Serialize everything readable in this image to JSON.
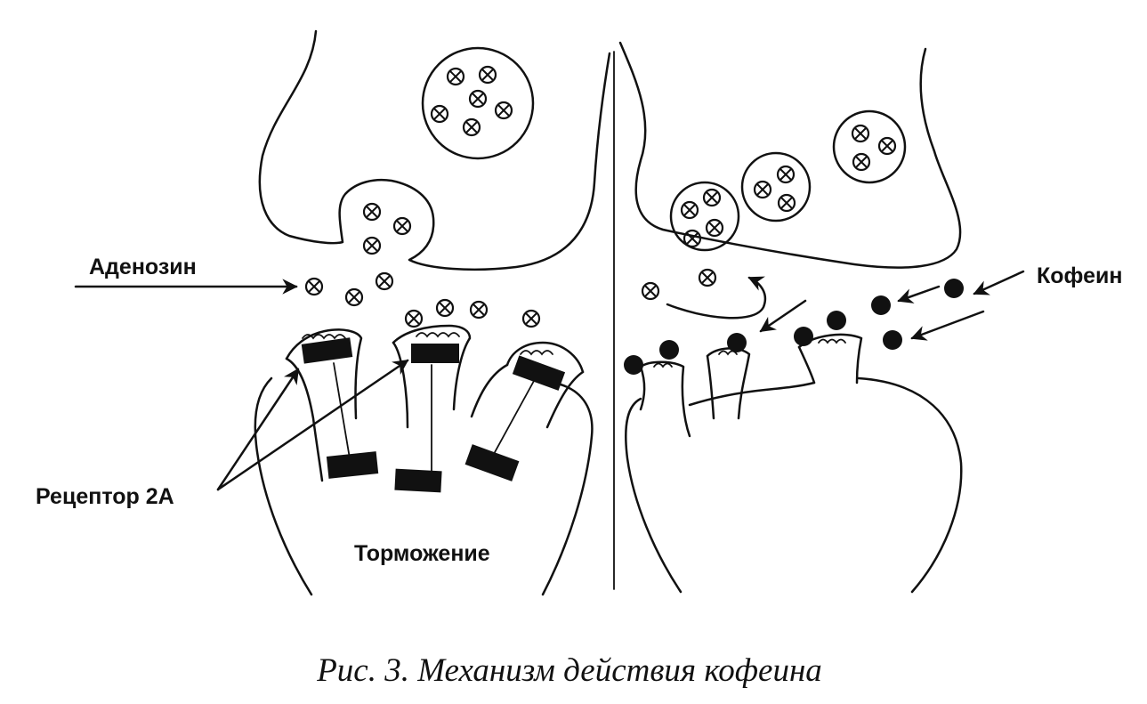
{
  "labels": {
    "adenosine": "Аденозин",
    "caffeine": "Кофеин",
    "receptor": "Рецептор 2А",
    "inhibition": "Торможение"
  },
  "caption": "Рис. 3. Механизм действия кофеина",
  "colors": {
    "ink": "#111111",
    "paper": "#ffffff"
  }
}
